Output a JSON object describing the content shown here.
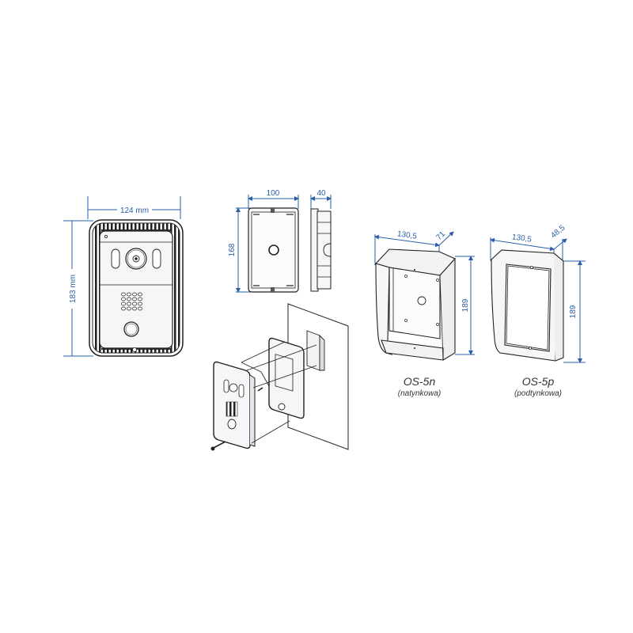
{
  "colors": {
    "dimension": "#2a5fa8",
    "line": "#222222",
    "fill": "#f6f6f8",
    "caption": "#333333"
  },
  "panel": {
    "width_label": "124 mm",
    "height_label": "183 mm"
  },
  "flush_box": {
    "width_label": "100",
    "height_label": "168",
    "depth_label": "40"
  },
  "os5n": {
    "width_label": "130,5",
    "depth_label": "71",
    "height_label": "189",
    "model": "OS-5n",
    "type": "(natynkowa)"
  },
  "os5p": {
    "width_label": "130,5",
    "depth_label": "48,5",
    "height_label": "189",
    "model": "OS-5p",
    "type": "(podtynkowa)"
  }
}
